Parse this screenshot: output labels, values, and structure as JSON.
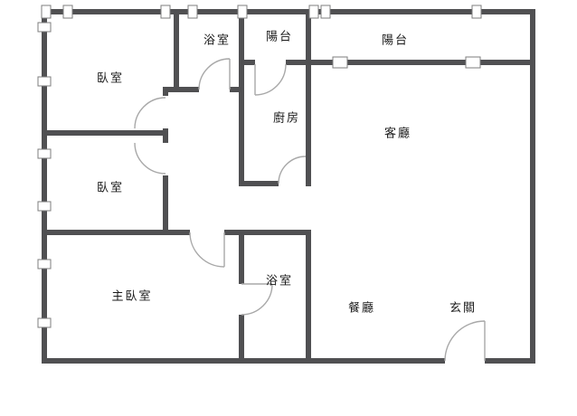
{
  "colors": {
    "wall": "#505052",
    "door_arc": "#a8a8a8",
    "window_border": "#7d7d7d",
    "background": "#ffffff",
    "label_text": "#1a1a1a"
  },
  "rooms": {
    "bedroom_top": {
      "label": "臥室"
    },
    "bathroom_top": {
      "label": "浴室"
    },
    "balcony_middle": {
      "label": "陽台"
    },
    "balcony_right": {
      "label": "陽台"
    },
    "kitchen": {
      "label": "廚房"
    },
    "living_room": {
      "label": "客廳"
    },
    "bedroom_middle": {
      "label": "臥室"
    },
    "master_bedroom": {
      "label": "主臥室"
    },
    "bathroom_bottom": {
      "label": "浴室"
    },
    "dining_room": {
      "label": "餐廳"
    },
    "foyer": {
      "label": "玄關"
    }
  }
}
